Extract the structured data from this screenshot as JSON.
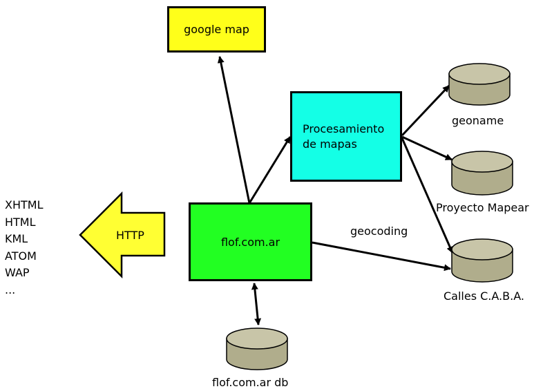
{
  "nodes": {
    "google_map": {
      "label": "google map",
      "fill": "#ffff1a"
    },
    "procesamiento": {
      "line1": "Procesamiento",
      "line2": "de mapas",
      "fill": "#14ffe6"
    },
    "flof": {
      "label": "flof.com.ar",
      "fill": "#22ff22"
    },
    "http": {
      "label": "HTTP",
      "fill": "#ffff33"
    }
  },
  "databases": {
    "geoname": "geoname",
    "proyecto_mapear": "Proyecto Mapear",
    "calles": "Calles C.A.B.A.",
    "flof_db": "flof.com.ar db",
    "fill": "#c8c5a8",
    "body_fill": "#b0ad8c"
  },
  "edge_labels": {
    "geocoding": "geocoding"
  },
  "formats": [
    "XHTML",
    "HTML",
    "KML",
    "ATOM",
    "WAP",
    "..."
  ]
}
